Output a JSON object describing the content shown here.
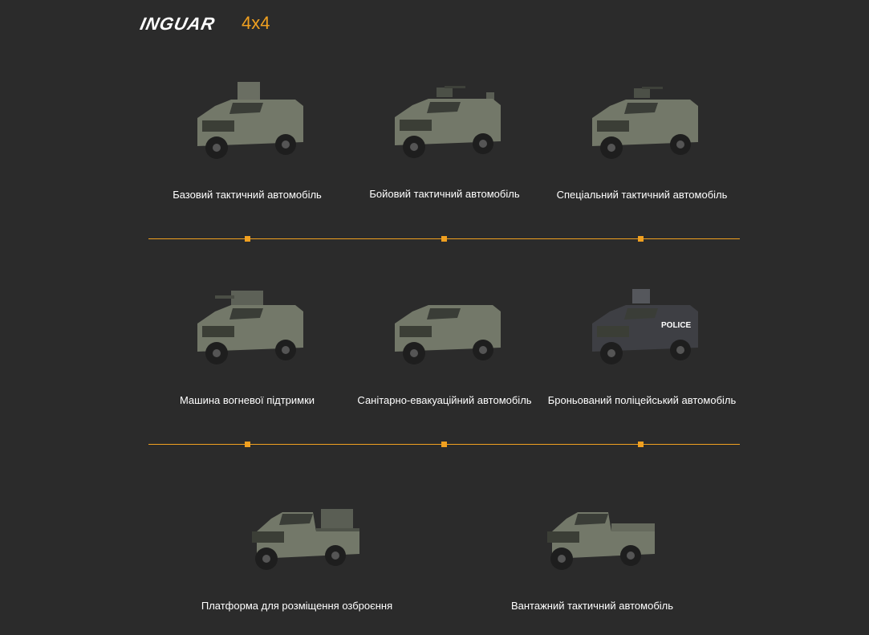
{
  "header": {
    "logo": "INGUAR",
    "model": "4x4"
  },
  "accent_color": "#f0a020",
  "vehicles": [
    {
      "label": "Базовий тактичний автомобіль",
      "variant": "turret"
    },
    {
      "label": "Бойовий тактичний автомобіль",
      "variant": "gun-open"
    },
    {
      "label": "Спеціальний тактичний автомобіль",
      "variant": "gun"
    },
    {
      "label": "Машина вогневої підтримки",
      "variant": "turret-big"
    },
    {
      "label": "Санітарно-евакуаційний автомобіль",
      "variant": "medical"
    },
    {
      "label": "Броньований поліцейський автомобіль",
      "variant": "police"
    },
    {
      "label": "Платформа для розміщення озброєння",
      "variant": "launcher"
    },
    {
      "label": "Вантажний тактичний автомобіль",
      "variant": "cargo"
    }
  ],
  "police_text": "POLICE"
}
